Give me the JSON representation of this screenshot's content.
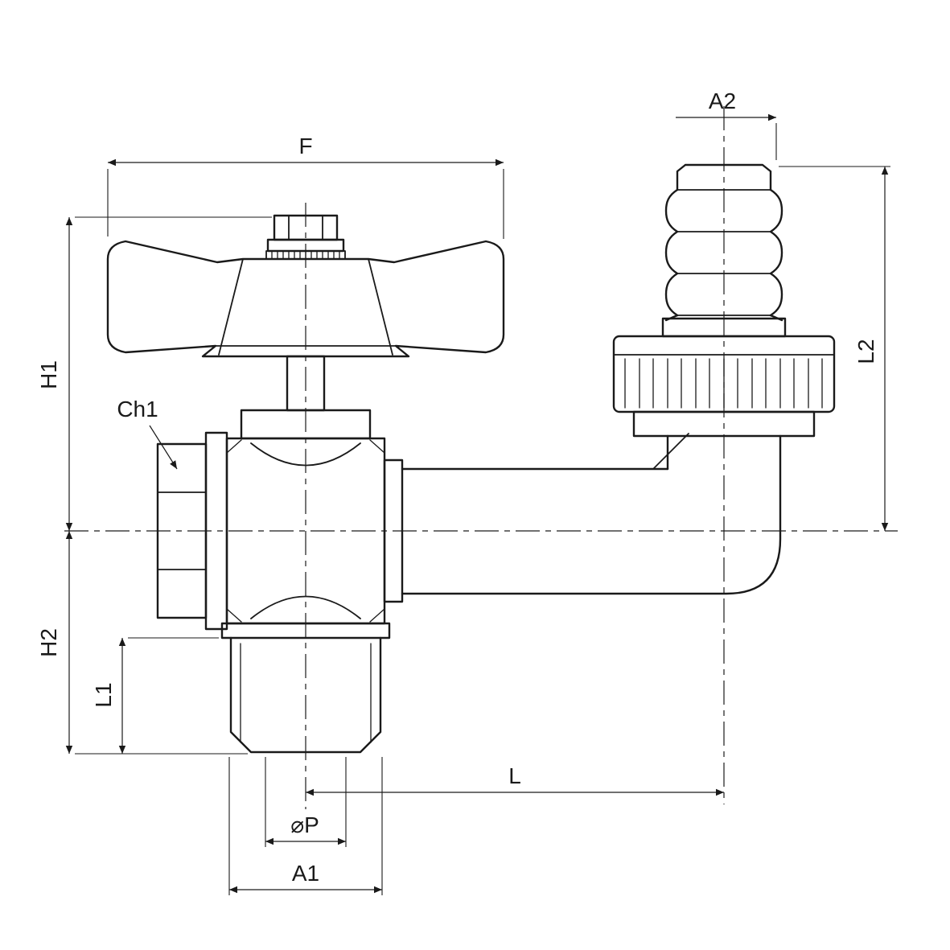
{
  "labels": {
    "f": "F",
    "a2": "A2",
    "h1": "H1",
    "h2": "H2",
    "l1": "L1",
    "l2": "L2",
    "l": "L",
    "p": "⌀P",
    "a1": "A1",
    "ch1": "Ch1"
  },
  "colors": {
    "line": "#1a1a1a",
    "background": "#ffffff"
  }
}
